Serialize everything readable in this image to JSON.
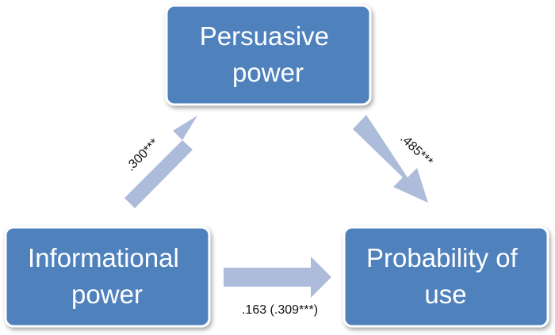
{
  "nodes": {
    "persuasive": {
      "lines": [
        "Persuasive",
        "power"
      ]
    },
    "informational": {
      "lines": [
        "Informational",
        "power"
      ]
    },
    "probability": {
      "lines": [
        "Probability of",
        "use"
      ]
    }
  },
  "edges": {
    "info_to_persuasive": {
      "label": ".300***"
    },
    "persuasive_to_probability": {
      "label": ".485***"
    },
    "info_to_probability": {
      "label": ".163 (.309***)"
    }
  },
  "colors": {
    "box_fill": "#4f81bd",
    "box_border": "#ffffff",
    "arrow_fill": "#aebcdb",
    "label_text": "#111111"
  }
}
